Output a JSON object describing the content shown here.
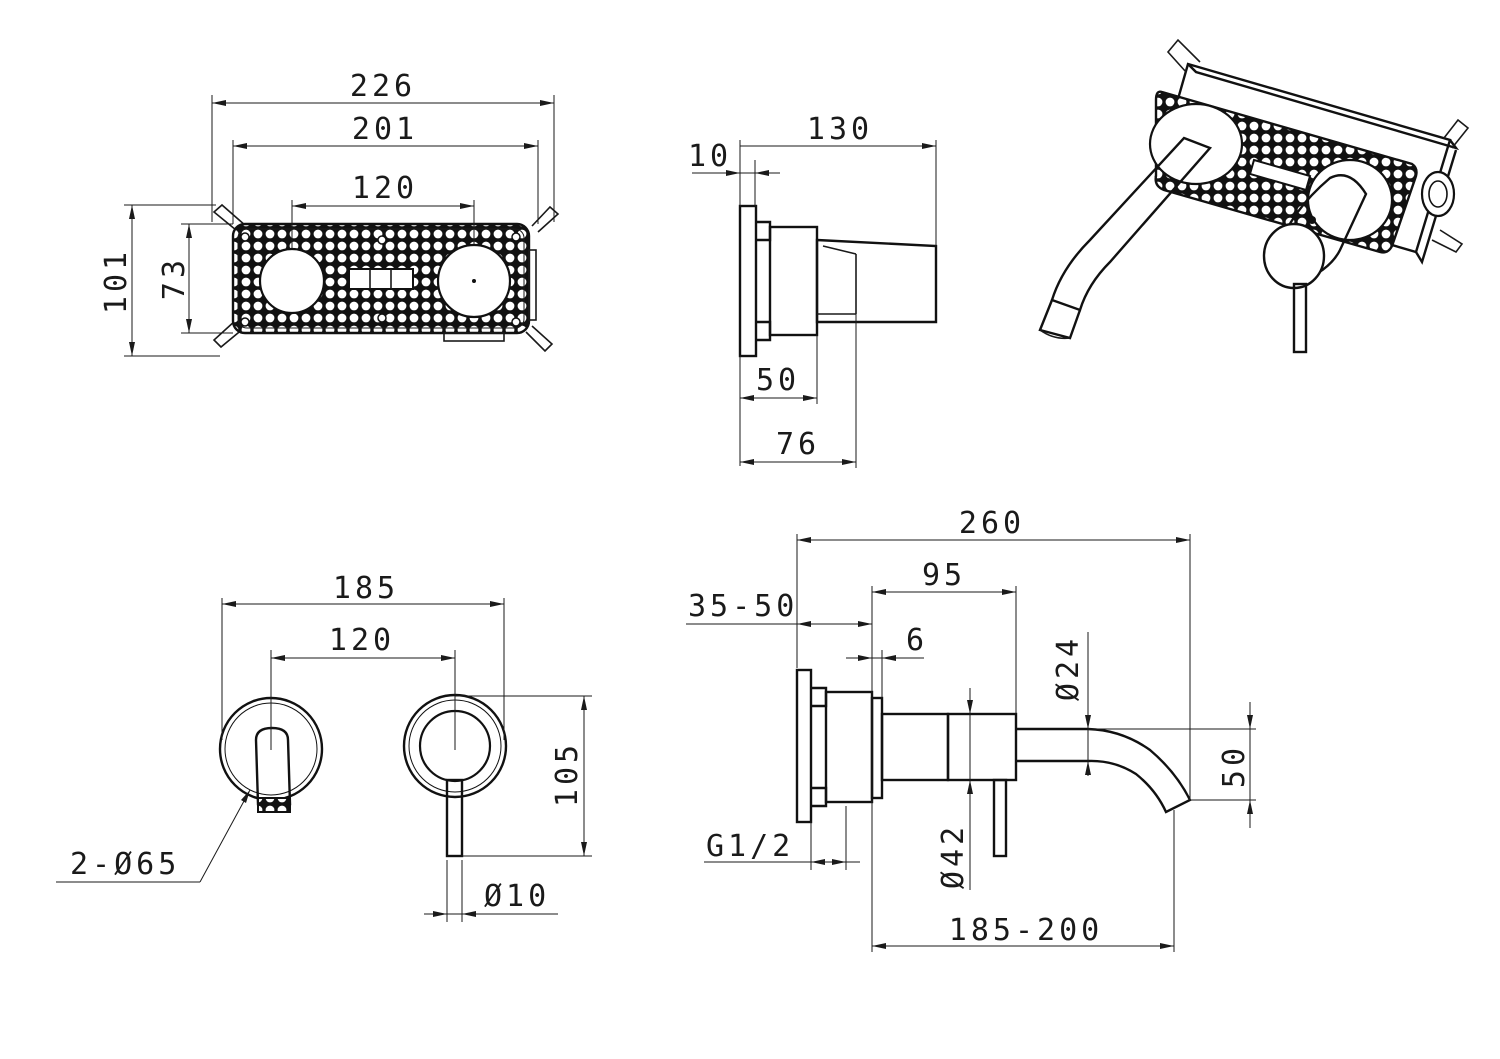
{
  "front_view": {
    "dim_overall_width": "226",
    "dim_plate_width": "201",
    "dim_center_distance": "120",
    "dim_overall_height": "101",
    "dim_plate_height": "73"
  },
  "side_view": {
    "dim_depth_total": "130",
    "dim_flange": "10",
    "dim_body": "50",
    "dim_cover": "76"
  },
  "trim_front_view": {
    "dim_outer": "185",
    "dim_center_distance": "120",
    "dim_height": "105",
    "dim_rosette": "2-Ø65",
    "dim_lever": "Ø10"
  },
  "trim_side_view": {
    "dim_total": "260",
    "dim_spout_body": "95",
    "dim_wall_range": "35-50",
    "dim_gap": "6",
    "dim_spout_dia": "Ø24",
    "dim_drop": "50",
    "dim_handle_dia": "Ø42",
    "dim_thread": "G1/2",
    "dim_projection": "185-200"
  }
}
